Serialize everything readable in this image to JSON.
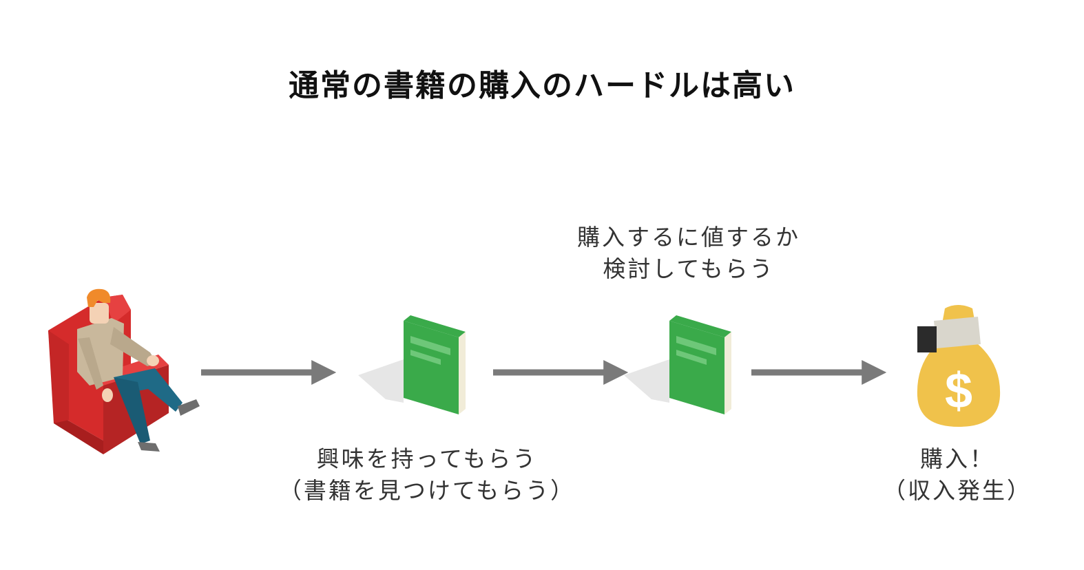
{
  "title": "通常の書籍の購入のハードルは高い",
  "steps": {
    "interest": {
      "line1": "興味を持ってもらう",
      "line2": "（書籍を見つけてもらう）"
    },
    "consider": {
      "line1": "購入するに値するか",
      "line2": "検討してもらう"
    },
    "purchase": {
      "line1": "購入！",
      "line2": "（収入発生）"
    }
  },
  "icons": [
    "person-in-armchair-icon",
    "green-book-icon",
    "green-book-icon",
    "money-bag-icon"
  ],
  "colors": {
    "arrow": "#7a7a7a",
    "book_green": "#3aaa4a",
    "chair_red": "#d52b2b",
    "bag_gold": "#f0c24b"
  }
}
